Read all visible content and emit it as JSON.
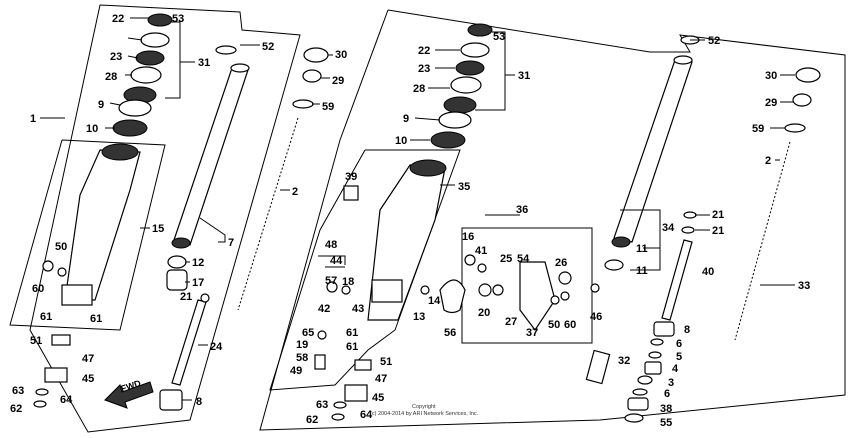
{
  "left_group": {
    "labels": [
      "1",
      "22",
      "53",
      "23",
      "31",
      "28",
      "9",
      "10",
      "15",
      "50",
      "60",
      "61",
      "61",
      "51",
      "47",
      "45",
      "63",
      "64",
      "62",
      "52",
      "30",
      "29",
      "59",
      "2",
      "7",
      "12",
      "17",
      "21",
      "24",
      "8"
    ],
    "fwd_label": "FWD"
  },
  "right_group": {
    "labels": [
      "22",
      "53",
      "23",
      "31",
      "28",
      "9",
      "10",
      "39",
      "35",
      "48",
      "44",
      "57",
      "18",
      "42",
      "43",
      "65",
      "19",
      "58",
      "49",
      "61",
      "61",
      "51",
      "47",
      "45",
      "63",
      "64",
      "62",
      "36",
      "16",
      "41",
      "25",
      "54",
      "26",
      "14",
      "13",
      "56",
      "20",
      "27",
      "37",
      "50",
      "60",
      "46",
      "52",
      "30",
      "29",
      "59",
      "2",
      "21",
      "21",
      "34",
      "11",
      "11",
      "40",
      "33",
      "8",
      "6",
      "5",
      "4",
      "3",
      "6",
      "38",
      "55",
      "32"
    ]
  },
  "copyright": {
    "line1": "Copyright",
    "line2": "(c) 2004-2014 by ARI Network Services, Inc."
  }
}
